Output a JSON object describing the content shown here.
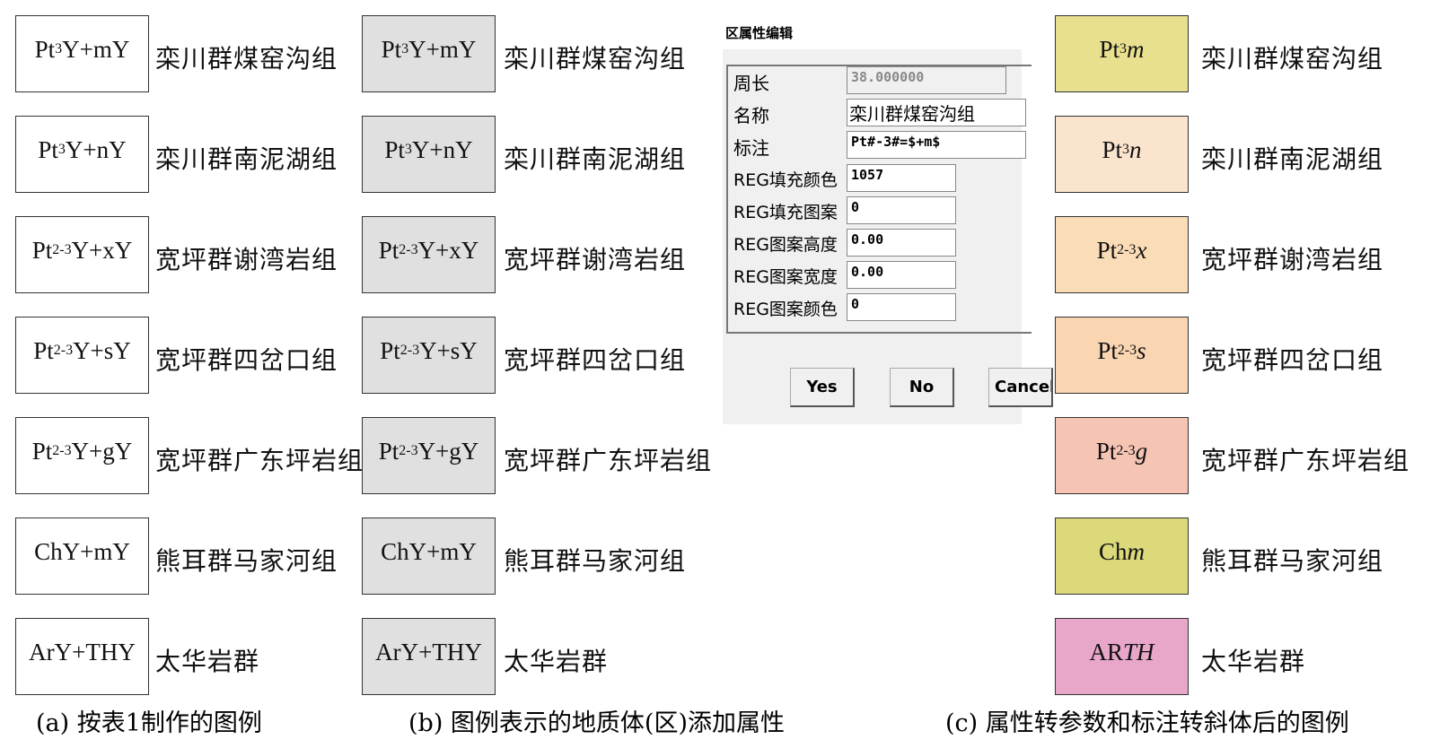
{
  "col_a": [
    {
      "pre": "Pt",
      "sub": "3",
      "post": "Y+mY",
      "name": "栾川群煤窑沟组"
    },
    {
      "pre": "Pt",
      "sub": "3",
      "post": "Y+nY",
      "name": "栾川群南泥湖组"
    },
    {
      "pre": "Pt",
      "sub": "2-3",
      "post": "Y+xY",
      "name": "宽坪群谢湾岩组"
    },
    {
      "pre": "Pt",
      "sub": "2-3",
      "post": "Y+sY",
      "name": "宽坪群四岔口组"
    },
    {
      "pre": "Pt",
      "sub": "2-3",
      "post": "Y+gY",
      "name": "宽坪群广东坪岩组"
    },
    {
      "pre": "ChY+mY",
      "sub": "",
      "post": "",
      "name": "熊耳群马家河组"
    },
    {
      "pre": "ArY+THY",
      "sub": "",
      "post": "",
      "name": "太华岩群"
    }
  ],
  "col_c": [
    {
      "pre": "Pt",
      "sub": "3",
      "post": "m",
      "name": "栾川群煤窑沟组",
      "color": "#e8e08f"
    },
    {
      "pre": "Pt",
      "sub": "3",
      "post": "n",
      "name": "栾川群南泥湖组",
      "color": "#fbe4cd"
    },
    {
      "pre": "Pt",
      "sub": "2-3",
      "post": "x",
      "name": "宽坪群谢湾岩组",
      "color": "#fadcb6"
    },
    {
      "pre": "Pt",
      "sub": "2-3",
      "post": "s",
      "name": "宽坪群四岔口组",
      "color": "#f9d5b2"
    },
    {
      "pre": "Pt",
      "sub": "2-3",
      "post": "g",
      "name": "宽坪群广东坪岩组",
      "color": "#f5c4b3"
    },
    {
      "pre": "Ch",
      "sub": "",
      "post": "m",
      "name": "熊耳群马家河组",
      "color": "#dcd97a"
    },
    {
      "pre": "AR",
      "sub": "",
      "post": "TH",
      "name": "太华岩群",
      "color": "#e8a7c9"
    }
  ],
  "captions": {
    "a": "(a) 按表1制作的图例",
    "b": "(b) 图例表示的地质体(区)添加属性",
    "c": "(c) 属性转参数和标注转斜体后的图例"
  },
  "dialog": {
    "title": "区属性编辑",
    "fields": [
      {
        "label": "周长",
        "value": "38.000000"
      },
      {
        "label": "名称",
        "value": "栾川群煤窑沟组"
      },
      {
        "label": "标注",
        "value": "Pt#-3#=$+m$"
      },
      {
        "label": "REG填充颜色",
        "value": "1057"
      },
      {
        "label": "REG填充图案",
        "value": "0"
      },
      {
        "label": "REG图案高度",
        "value": "0.00"
      },
      {
        "label": "REG图案宽度",
        "value": "0.00"
      },
      {
        "label": "REG图案颜色",
        "value": "0"
      }
    ],
    "buttons": {
      "yes": "Yes",
      "no": "No",
      "cancel": "Cancel"
    }
  },
  "colors": {
    "gray_fill": "#e0e0e0"
  }
}
